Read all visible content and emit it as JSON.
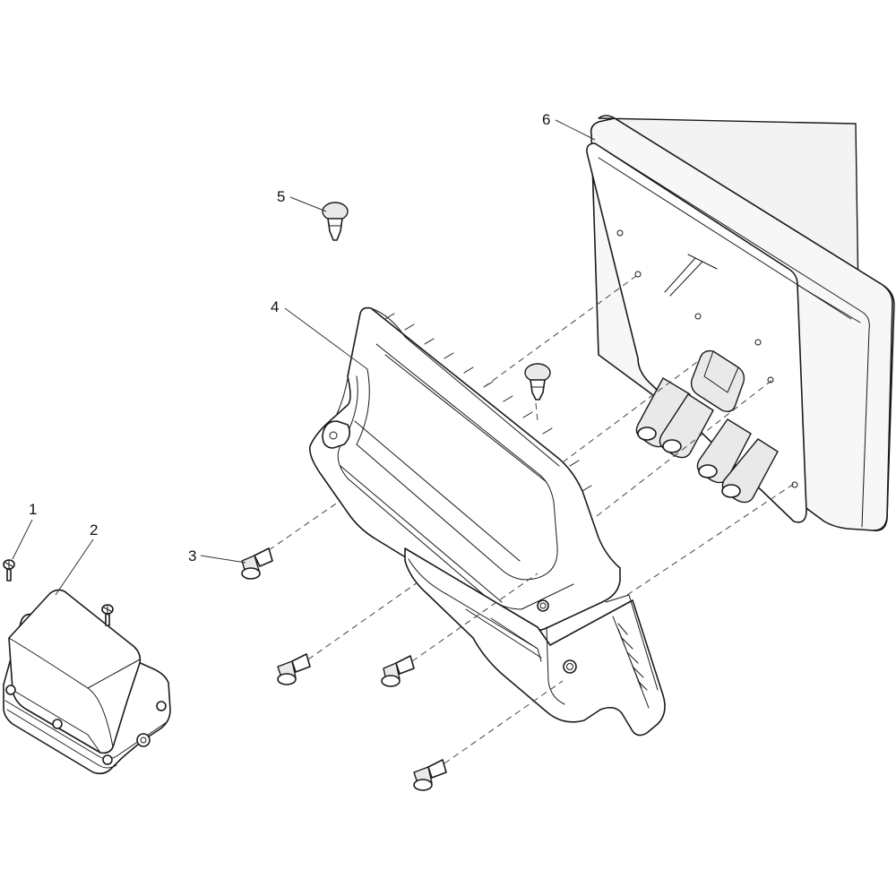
{
  "diagram": {
    "type": "exploded-parts-view",
    "callouts": [
      {
        "id": "1",
        "label": "1",
        "part": "screw"
      },
      {
        "id": "2",
        "label": "2",
        "part": "control-box"
      },
      {
        "id": "3",
        "label": "3",
        "part": "flange-bolt"
      },
      {
        "id": "4",
        "label": "4",
        "part": "mounting-bracket"
      },
      {
        "id": "5",
        "label": "5",
        "part": "push-rivet"
      },
      {
        "id": "6",
        "label": "6",
        "part": "display-monitor"
      }
    ]
  },
  "colors": {
    "line": "#1a1a1a",
    "fill": "#ffffff",
    "shade": "#e9e9e9"
  }
}
